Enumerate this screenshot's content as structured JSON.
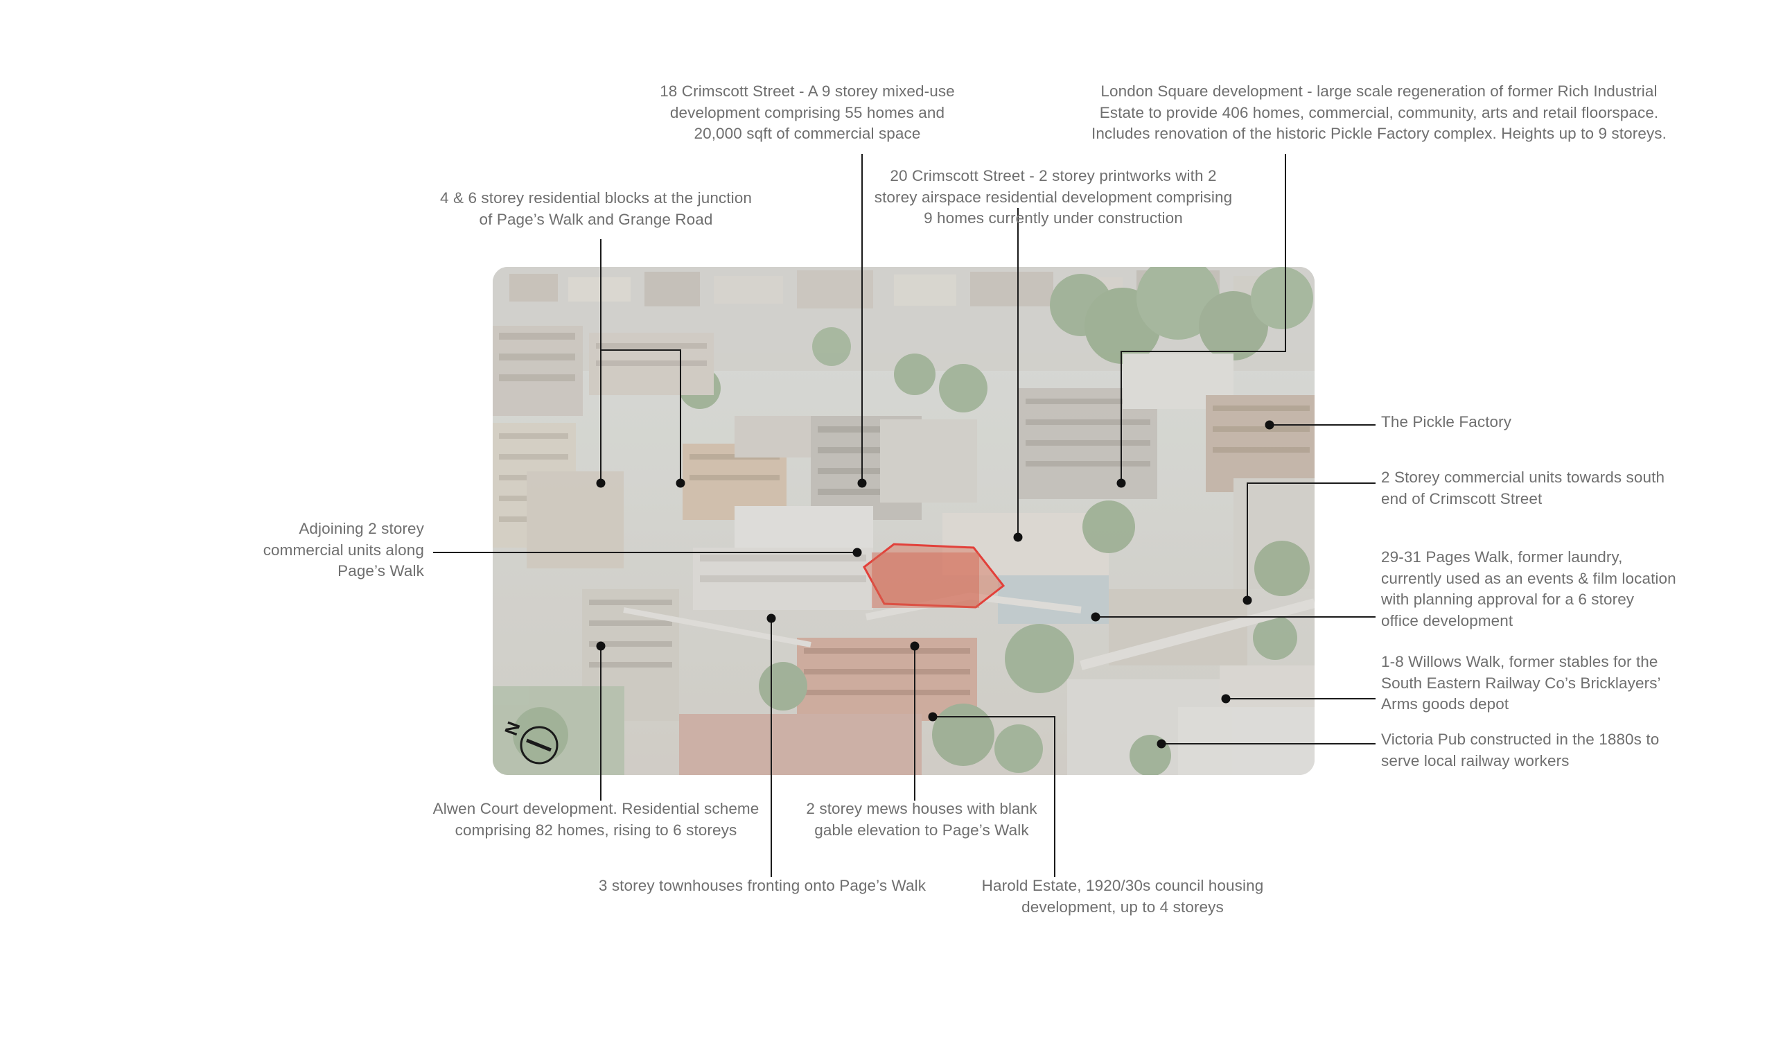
{
  "annotations": [
    {
      "key": "crimscott18",
      "lines": [
        "18 Crimscott Street - A 9 storey mixed-use",
        "development comprising 55 homes and",
        "20,000 sqft of commercial space"
      ]
    },
    {
      "key": "london_square",
      "lines": [
        "London Square development - large scale regeneration of former Rich Industrial",
        "Estate to provide 406 homes, commercial, community, arts and retail floorspace.",
        "Includes renovation of the historic Pickle Factory complex. Heights up to 9 storeys."
      ]
    },
    {
      "key": "crimscott20",
      "lines": [
        "20 Crimscott Street - 2 storey printworks with 2",
        "storey airspace residential development comprising",
        "9 homes currently under construction"
      ]
    },
    {
      "key": "blocks_4_6",
      "lines": [
        "4 & 6 storey residential blocks at the junction",
        "of Page’s Walk and Grange Road"
      ]
    },
    {
      "key": "pickle_factory",
      "lines": [
        "The Pickle Factory"
      ]
    },
    {
      "key": "commercial_south",
      "lines": [
        "2 Storey commercial units towards south",
        "end of Crimscott Street"
      ]
    },
    {
      "key": "adjoining",
      "lines": [
        "Adjoining 2 storey",
        "commercial units along",
        "Page’s Walk"
      ]
    },
    {
      "key": "pages_walk_29_31",
      "lines": [
        "29-31 Pages Walk, former laundry,",
        "currently used as an events & film location",
        "with planning approval for a 6 storey",
        "office development"
      ]
    },
    {
      "key": "willows_walk",
      "lines": [
        "1-8 Willows Walk, former stables for the",
        "South Eastern Railway Co’s Bricklayers’",
        "Arms goods depot"
      ]
    },
    {
      "key": "victoria_pub",
      "lines": [
        "Victoria Pub constructed in the 1880s to",
        "serve local railway workers"
      ]
    },
    {
      "key": "alwen_court",
      "lines": [
        "Alwen Court development. Residential scheme",
        "comprising 82 homes, rising to 6 storeys"
      ]
    },
    {
      "key": "mews_houses",
      "lines": [
        "2 storey mews houses with blank",
        "gable elevation to Page’s Walk"
      ]
    },
    {
      "key": "townhouses",
      "lines": [
        "3 storey townhouses fronting onto Page’s Walk"
      ]
    },
    {
      "key": "harold_estate",
      "lines": [
        "Harold Estate, 1920/30s council housing",
        "development, up to 4 storeys"
      ]
    }
  ],
  "north_arrow_letter": "N",
  "colors": {
    "text": "#6f6f6f",
    "leader": "#1a1a1a",
    "site_outline": "#e2403a",
    "site_fill": "#d9735c"
  }
}
